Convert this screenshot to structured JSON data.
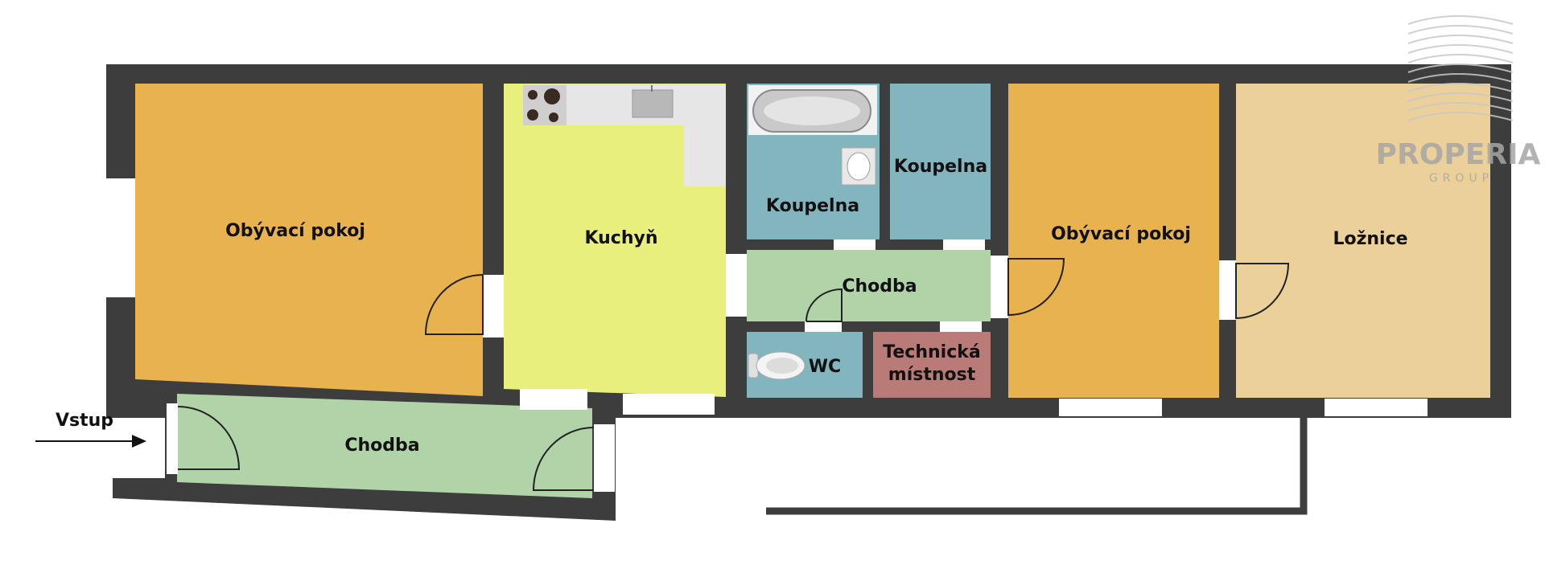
{
  "colors": {
    "wall": "#3d3d3d",
    "living": "#e8b24f",
    "kitchen": "#e9ef7c",
    "bath": "#82b5bd",
    "hall": "#b0d4a8",
    "bedroom": "#ecd09a",
    "tech": "#b97b78",
    "window": "#ffffff"
  },
  "labels": {
    "living_left": "Obývací pokoj",
    "kitchen": "Kuchyň",
    "bath_left": "Koupelna",
    "bath_right": "Koupelna",
    "hall_mid": "Chodba",
    "wc": "WC",
    "tech_line1": "Technická",
    "tech_line2": "místnost",
    "living_right": "Obývací pokoj",
    "bedroom": "Ložnice",
    "hall_bottom": "Chodba",
    "entrance": "Vstup"
  },
  "logo": {
    "name": "PROPERIA",
    "sub": "GROUP"
  },
  "icons": {
    "stove": "stove-icon",
    "sink": "sink-icon",
    "bathtub": "bathtub-icon",
    "washbasin": "washbasin-icon",
    "toilet": "toilet-icon",
    "arrow": "entrance-arrow-icon"
  }
}
